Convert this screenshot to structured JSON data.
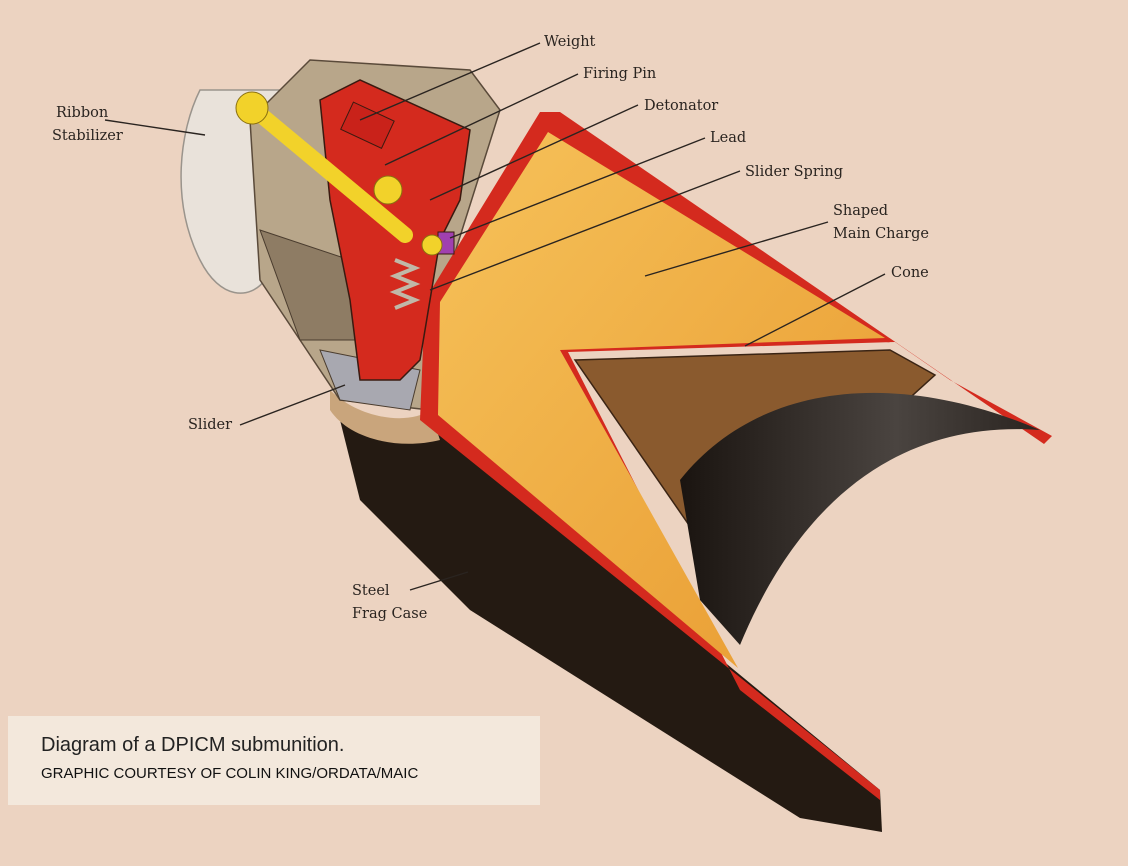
{
  "diagram": {
    "labels": {
      "weight": "Weight",
      "firing_pin": "Firing Pin",
      "detonator": "Detonator",
      "lead": "Lead",
      "slider_spring": "Slider Spring",
      "shaped_main_charge_1": "Shaped",
      "shaped_main_charge_2": "Main Charge",
      "cone": "Cone",
      "ribbon_stabilizer_1": "Ribbon",
      "ribbon_stabilizer_2": "Stabilizer",
      "slider": "Slider",
      "steel_frag_case_1": "Steel",
      "steel_frag_case_2": "Frag Case"
    },
    "colors": {
      "background": "#ecd3c1",
      "case_red": "#d42a1e",
      "charge_orange": "#f0a840",
      "firing_pin_yellow": "#f2d22a",
      "cone_brown": "#8a5a2e",
      "shell_dark": "#241a12"
    }
  },
  "caption": {
    "title": "Diagram of a DPICM submunition.",
    "credit": "GRAPHIC COURTESY OF COLIN KING/ORDATA/MAIC"
  }
}
